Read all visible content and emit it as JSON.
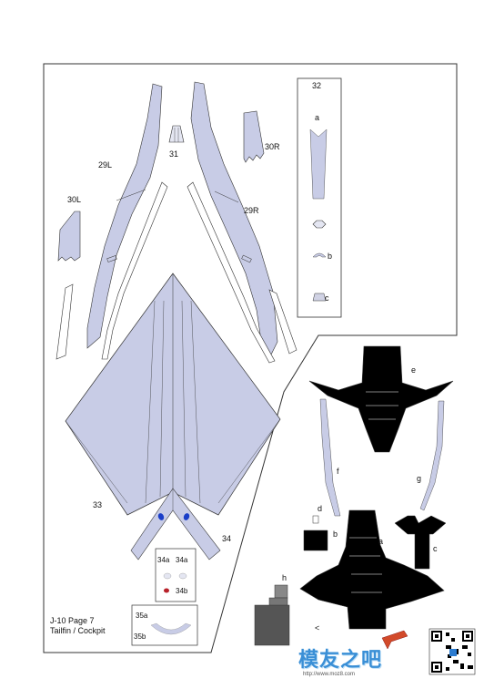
{
  "page_info": {
    "line1": "J-10 Page 7",
    "line2": "Tailfin / Cockpit"
  },
  "parts": {
    "p29L": "29L",
    "p29R": "29R",
    "p30L": "30L",
    "p30R": "30R",
    "p31": "31",
    "p32": "32",
    "p32a": "a",
    "p32b": "b",
    "p32c": "c",
    "p33": "33",
    "p34": "34",
    "p34a_1": "34a",
    "p34a_2": "34a",
    "p34b": "34b",
    "p35a": "35a",
    "p35b": "35b",
    "pe": "e",
    "pf": "f",
    "pg": "g",
    "pd": "d",
    "pb": "b",
    "pa": "a",
    "pc": "c",
    "ph": "h",
    "arrow": "<"
  },
  "watermark": {
    "text": "模友之吧",
    "url": "http://www.moz8.com"
  },
  "colors": {
    "part_fill": "#c8cce6",
    "outline": "#222222",
    "dark_part": "#000000",
    "marker_blue": "#1a3ec8",
    "marker_red": "#b8212a",
    "watermark_blue": "#3a8fd6"
  }
}
